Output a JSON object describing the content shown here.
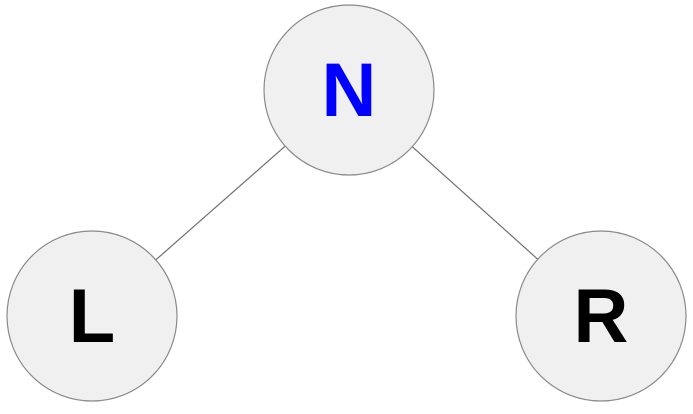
{
  "diagram": {
    "background_color": "#ffffff",
    "node_fill_color": "#f0f0f0",
    "node_border_color": "#8a8a8a",
    "edge_color": "#707070",
    "nodes": [
      {
        "id": "N",
        "label": "N",
        "label_color": "#0000ff",
        "position": "top-center"
      },
      {
        "id": "L",
        "label": "L",
        "label_color": "#000000",
        "position": "bottom-left"
      },
      {
        "id": "R",
        "label": "R",
        "label_color": "#000000",
        "position": "bottom-right"
      }
    ],
    "edges": [
      {
        "from": "N",
        "to": "L"
      },
      {
        "from": "N",
        "to": "R"
      }
    ]
  }
}
